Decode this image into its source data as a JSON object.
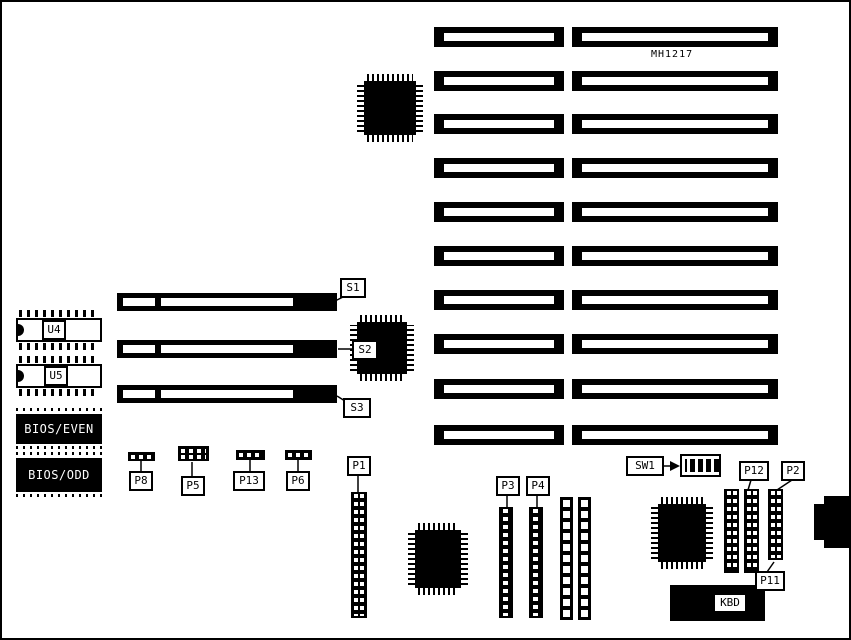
{
  "board": {
    "part_number": "MH1217",
    "labels": {
      "s1": "S1",
      "s2": "S2",
      "s3": "S3",
      "u4": "U4",
      "u5": "U5",
      "bios_even": "BIOS/EVEN",
      "bios_odd": "BIOS/ODD",
      "p8": "P8",
      "p5": "P5",
      "p13": "P13",
      "p6": "P6",
      "p1": "P1",
      "p3": "P3",
      "p4": "P4",
      "sw1": "SW1",
      "p12": "P12",
      "p2": "P2",
      "p11": "P11",
      "kbd": "KBD"
    }
  },
  "colors": {
    "ink": "#000000",
    "paper": "#ffffff"
  }
}
